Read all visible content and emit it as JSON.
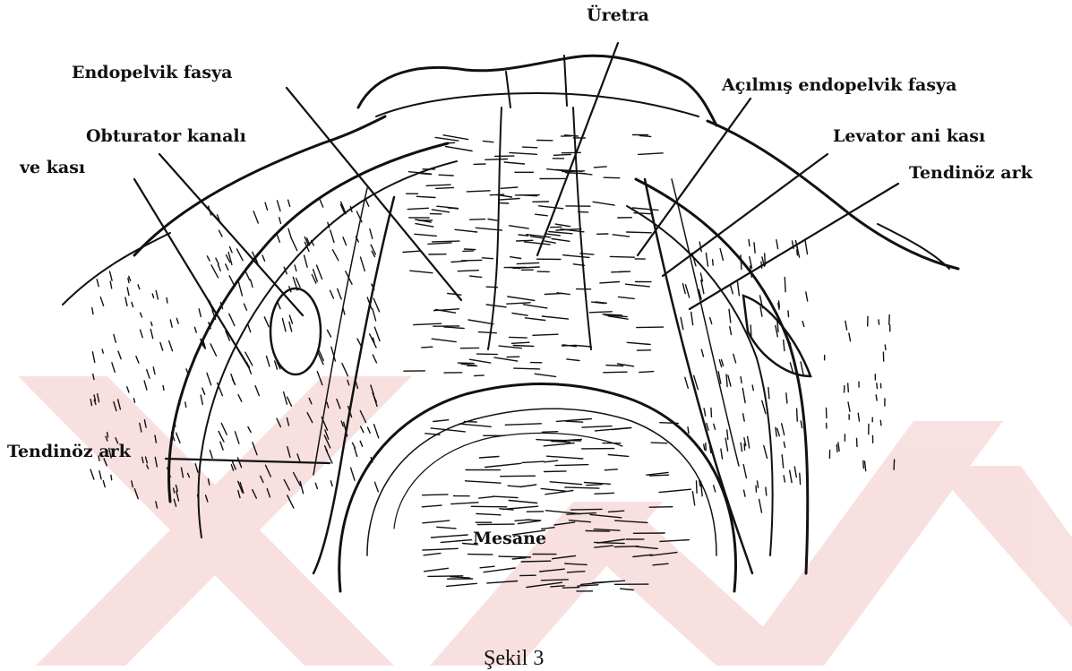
{
  "figure": {
    "caption": "Şekil 3",
    "labels": {
      "uretra": "Üretra",
      "endopelvik_fasya": "Endopelvik fasya",
      "acilmis_endopelvik_fasya": "Açılmış endopelvik fasya",
      "obturator_kanali": "Obturator kanalı",
      "levator_ani_kasi": "Levator ani kası",
      "ve_kasi": "ve kası",
      "tendinoz_ark_right": "Tendinöz ark",
      "tendinoz_ark_left": "Tendinöz ark",
      "mesane": "Mesane"
    }
  },
  "colors": {
    "ink": "#111111",
    "watermark": "#f3c8c8"
  }
}
